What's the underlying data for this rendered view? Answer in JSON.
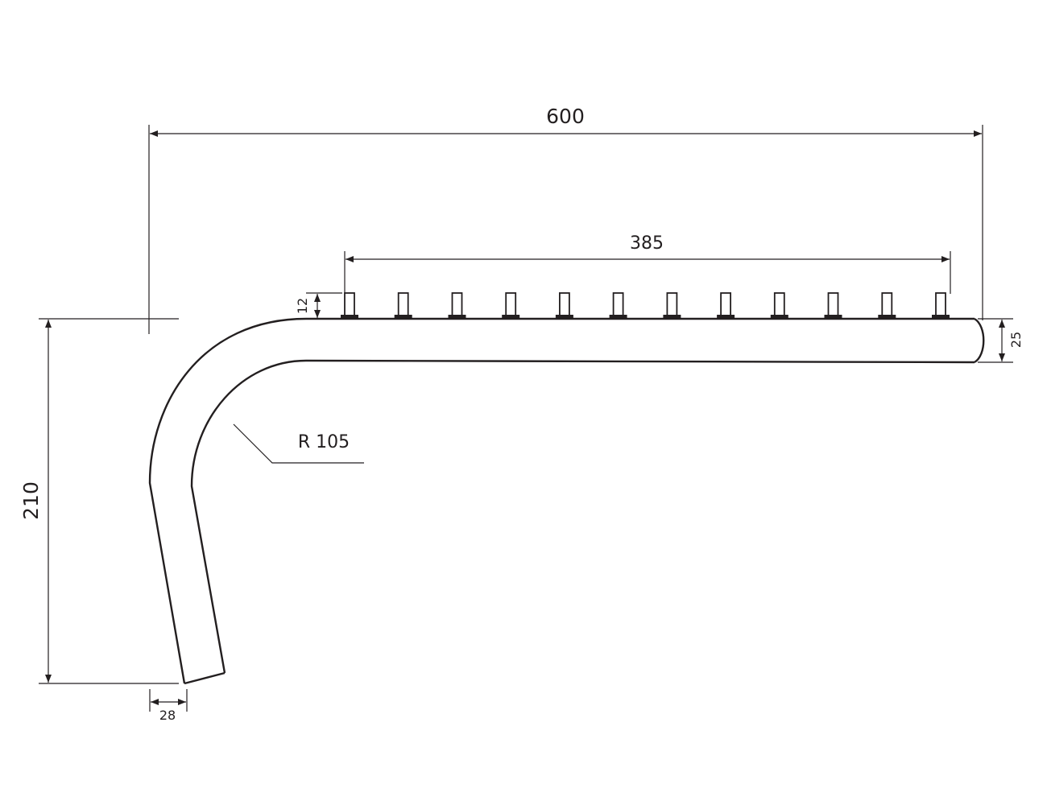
{
  "drawing": {
    "dimensions": {
      "overall_length": "600",
      "peg_span": "385",
      "peg_height": "12",
      "tube_diameter": "25",
      "drop_height": "210",
      "tip_width": "28",
      "bend_radius": "R 105"
    },
    "peg_count": 12,
    "line_color": "#231f20"
  }
}
